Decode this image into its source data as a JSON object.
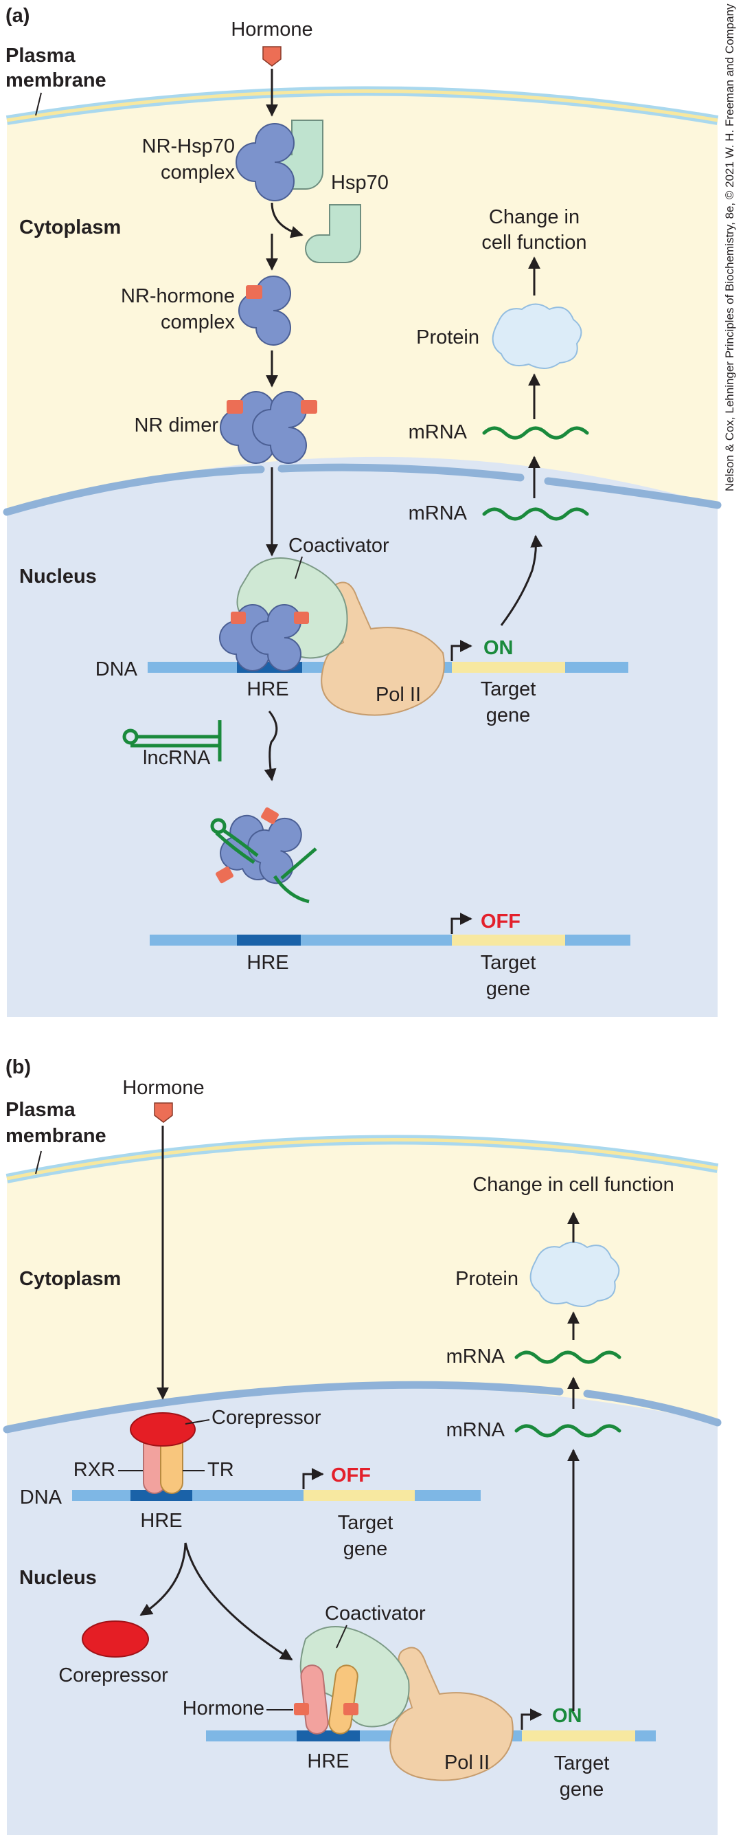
{
  "credit": "Nelson & Cox, Lehninger Principles of Biochemistry, 8e, © 2021 W. H. Freeman and Company",
  "colors": {
    "cytoplasm": "#fdf7dc",
    "nucleus": "#dde6f3",
    "receptor": "#7c93cc",
    "hormone": "#ec6e55",
    "hsp70": "#bfe3cf",
    "coactivator": "#cfe8d4",
    "pol2": "#f2d0a8",
    "dna": "#7eb7e5",
    "hre": "#1a62a8",
    "gene": "#f7e8a0",
    "mrna": "#1a8a3c",
    "on": "#1a8a3c",
    "off": "#e3202b",
    "corepressor": "#e51e25",
    "rxr": "#f2a29e",
    "tr": "#f8c67d"
  },
  "panel_a": {
    "tag": "(a)",
    "hormone": "Hormone",
    "plasma_membrane": [
      "Plasma",
      "membrane"
    ],
    "cytoplasm": "Cytoplasm",
    "nucleus": "Nucleus",
    "nr_hsp70": [
      "NR-Hsp70",
      "complex"
    ],
    "hsp70": "Hsp70",
    "nr_hormone": [
      "NR-hormone",
      "complex"
    ],
    "nr_dimer": "NR dimer",
    "coactivator": "Coactivator",
    "dna": "DNA",
    "hre": "HRE",
    "pol2": "Pol II",
    "on": "ON",
    "target_gene": [
      "Target",
      "gene"
    ],
    "mrna_nucleus": "mRNA",
    "mrna_cytoplasm": "mRNA",
    "protein": "Protein",
    "change": [
      "Change in",
      "cell function"
    ],
    "lncrna": "lncRNA",
    "hre2": "HRE",
    "off": "OFF",
    "target_gene2": [
      "Target",
      "gene"
    ]
  },
  "panel_b": {
    "tag": "(b)",
    "hormone": "Hormone",
    "plasma_membrane": [
      "Plasma",
      "membrane"
    ],
    "cytoplasm": "Cytoplasm",
    "nucleus": "Nucleus",
    "corepressor": "Corepressor",
    "rxr": "RXR",
    "tr": "TR",
    "dna": "DNA",
    "hre": "HRE",
    "off": "OFF",
    "target_gene": [
      "Target",
      "gene"
    ],
    "corepressor_released": "Corepressor",
    "coactivator": "Coactivator",
    "hormone_bound": "Hormone",
    "hre2": "HRE",
    "pol2": "Pol II",
    "on": "ON",
    "target_gene2": [
      "Target",
      "gene"
    ],
    "mrna_nucleus": "mRNA",
    "mrna_cytoplasm": "mRNA",
    "protein": "Protein",
    "change": "Change in cell function"
  }
}
